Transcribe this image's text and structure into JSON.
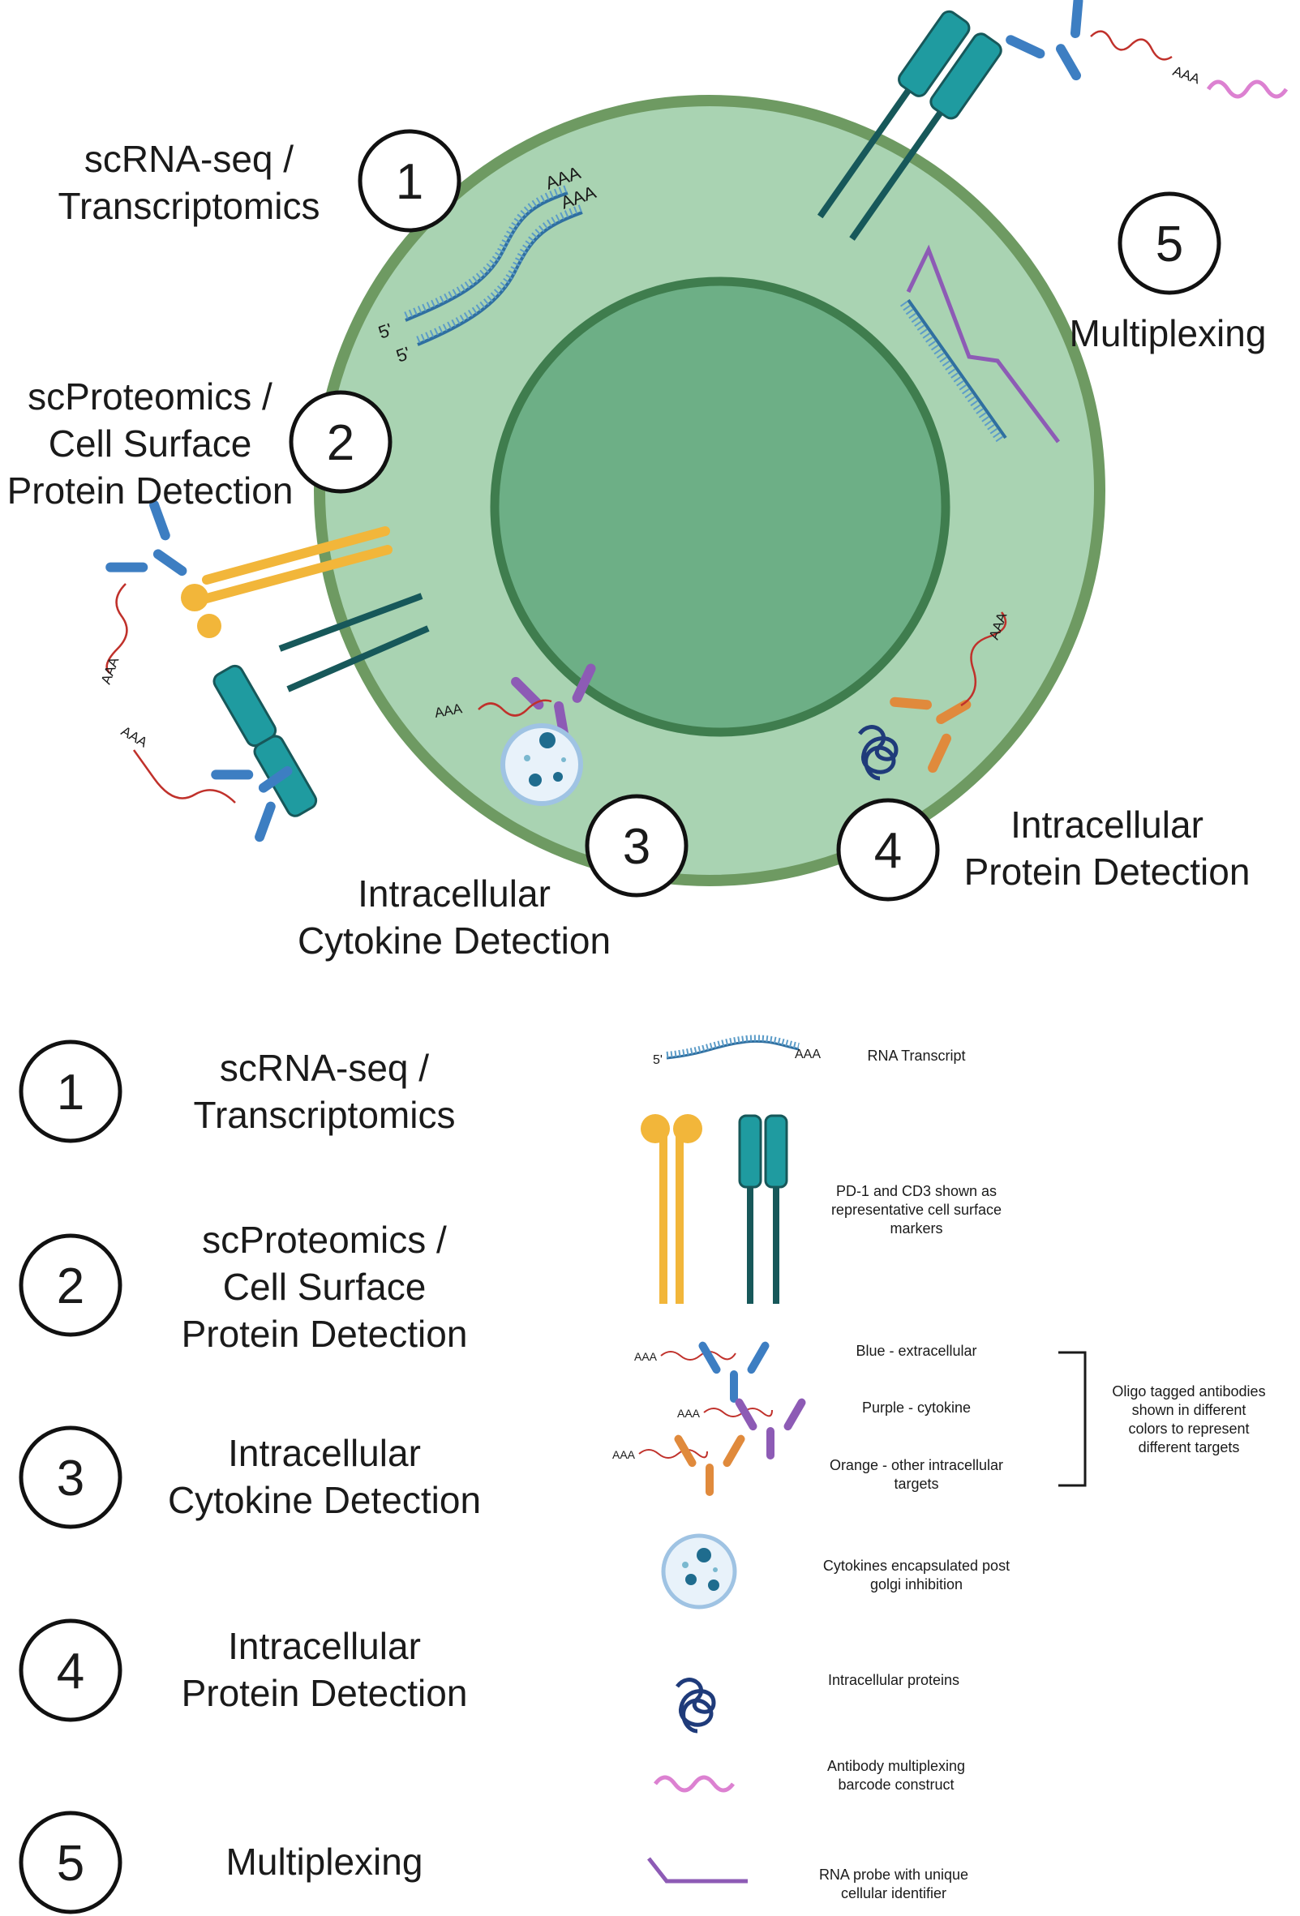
{
  "diagram": {
    "callouts": [
      {
        "number": "1",
        "lines": [
          "scRNA-seq /",
          "Transcriptomics"
        ]
      },
      {
        "number": "2",
        "lines": [
          "scProteomics /",
          "Cell Surface",
          "Protein Detection"
        ]
      },
      {
        "number": "3",
        "lines": [
          "Intracellular",
          "Cytokine Detection"
        ]
      },
      {
        "number": "4",
        "lines": [
          "Intracellular",
          "Protein Detection"
        ]
      },
      {
        "number": "5",
        "lines": [
          "Multiplexing"
        ]
      }
    ],
    "mrna": {
      "five_prime": "5'",
      "polyA": "AAA"
    }
  },
  "legend": {
    "rows": [
      {
        "number": "1",
        "lines": [
          "scRNA-seq /",
          "Transcriptomics"
        ]
      },
      {
        "number": "2",
        "lines": [
          "scProteomics /",
          "Cell Surface",
          "Protein Detection"
        ]
      },
      {
        "number": "3",
        "lines": [
          "Intracellular",
          "Cytokine Detection"
        ]
      },
      {
        "number": "4",
        "lines": [
          "Intracellular",
          "Protein Detection"
        ]
      },
      {
        "number": "5",
        "lines": [
          "Multiplexing"
        ]
      }
    ],
    "key": {
      "rna_transcript": "RNA Transcript",
      "markers": [
        "PD-1 and CD3 shown as",
        "representative cell surface",
        "markers"
      ],
      "blue": "Blue - extracellular",
      "purple": "Purple - cytokine",
      "orange": [
        "Orange - other intracellular",
        "targets"
      ],
      "oligo_note": [
        "Oligo tagged antibodies",
        "shown in different",
        "colors to represent",
        "different targets"
      ],
      "cytokines": [
        "Cytokines encapsulated post",
        "golgi inhibition"
      ],
      "intracellular_proteins": "Intracellular proteins",
      "barcode": [
        "Antibody multiplexing",
        "barcode construct"
      ],
      "rna_probe": [
        "RNA probe with unique",
        "cellular identifier"
      ]
    }
  },
  "colors": {
    "cell": "#a9d3b2",
    "cell_border": "#6e9a62",
    "nucleus": "#6daf86",
    "nucleus_border": "#3f7d4e",
    "blue_ab": "#3d7ec2",
    "purple_ab": "#8d5bb5",
    "orange_ab": "#e08a3c",
    "pd1": "#f2b63a",
    "cd3_head": "#1f9ba0",
    "cd3_stem": "#17585a",
    "oligo": "#c0312b",
    "barcode": "#d66bc9"
  }
}
